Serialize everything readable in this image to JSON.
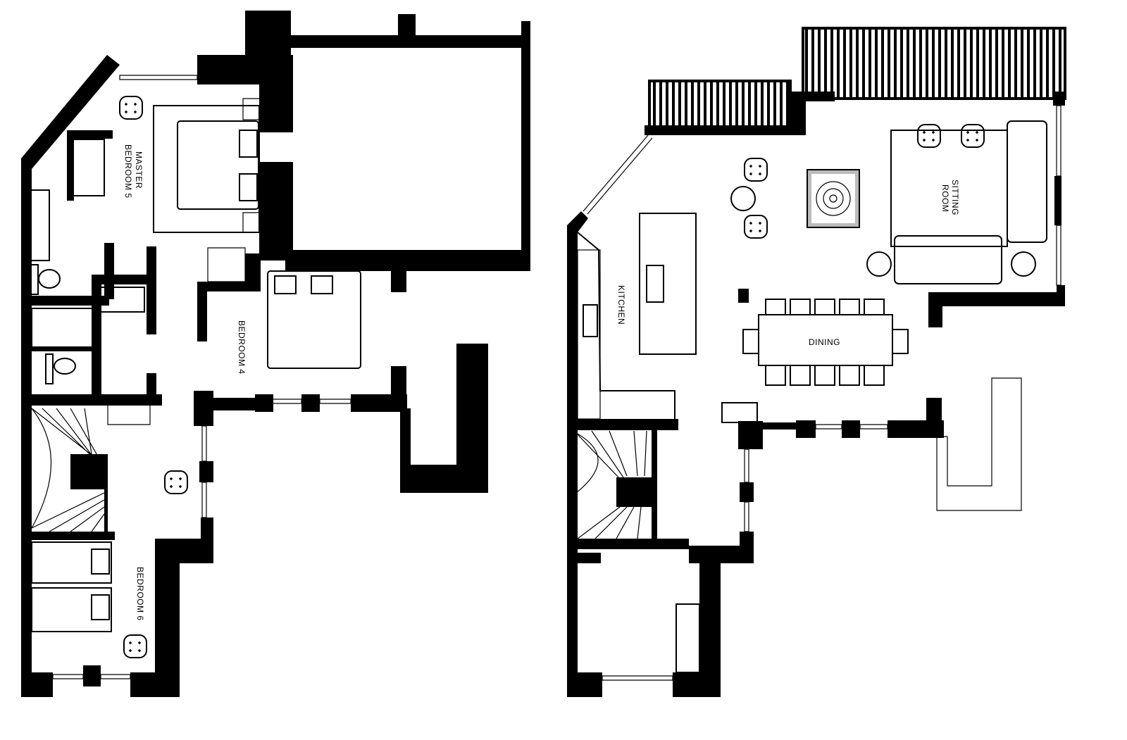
{
  "title": "Floor plan",
  "colors": {
    "wall": "#000000",
    "background": "#ffffff",
    "rug": "#bbbbbb"
  },
  "left_plan": {
    "rooms": {
      "master_line1": "MASTER",
      "master_line2": "BEDROOM 5",
      "bedroom4": "BEDROOM 4",
      "bedroom6": "BEDROOM 6"
    }
  },
  "right_plan": {
    "rooms": {
      "kitchen": "KITCHEN",
      "sitting_line1": "SITTING",
      "sitting_line2": "ROOM",
      "dining": "DINING"
    }
  }
}
